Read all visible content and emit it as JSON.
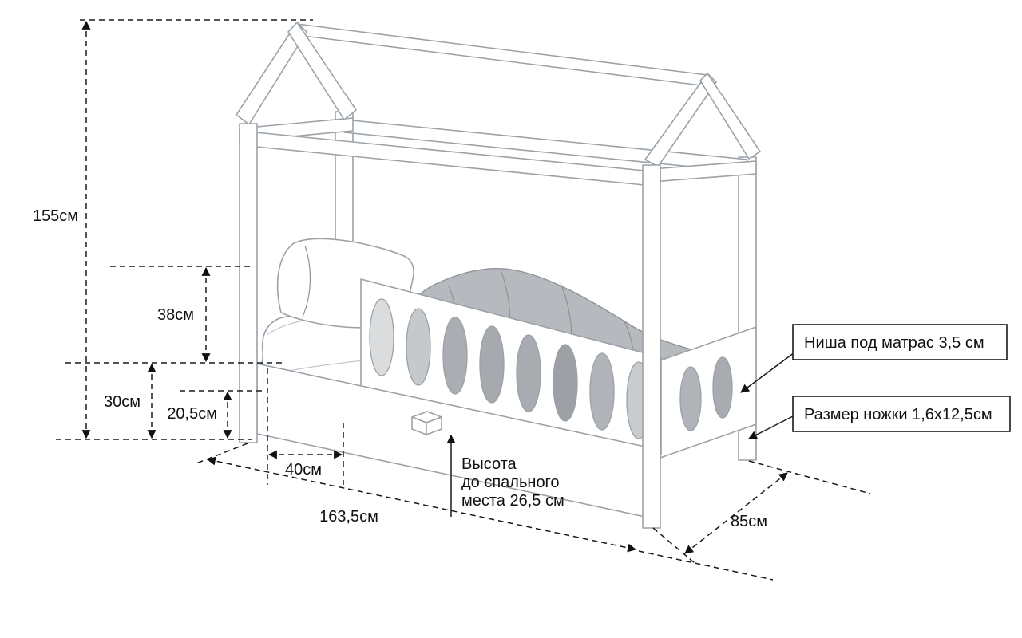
{
  "illustration": {
    "name": "house-frame-kids-bed-dimension-drawing",
    "colors": {
      "outline": "#9aa2a8",
      "blanket": "#b6b9bd",
      "dimension_lines": "#1a1a1a"
    }
  },
  "dimensions": {
    "total_height": "155см",
    "rail_height": "38см",
    "base_height": "30см",
    "under_clearance": "20,5см",
    "opening_width": "40см",
    "length": "163,5см",
    "depth": "85см"
  },
  "notes": {
    "sleep_height": {
      "line1": "Высота",
      "line2": "до спального",
      "line3": "места 26,5 см"
    }
  },
  "callouts": {
    "mattress_niche": "Ниша под матрас 3,5 см",
    "leg_size": "Размер ножки 1,6x12,5см"
  }
}
